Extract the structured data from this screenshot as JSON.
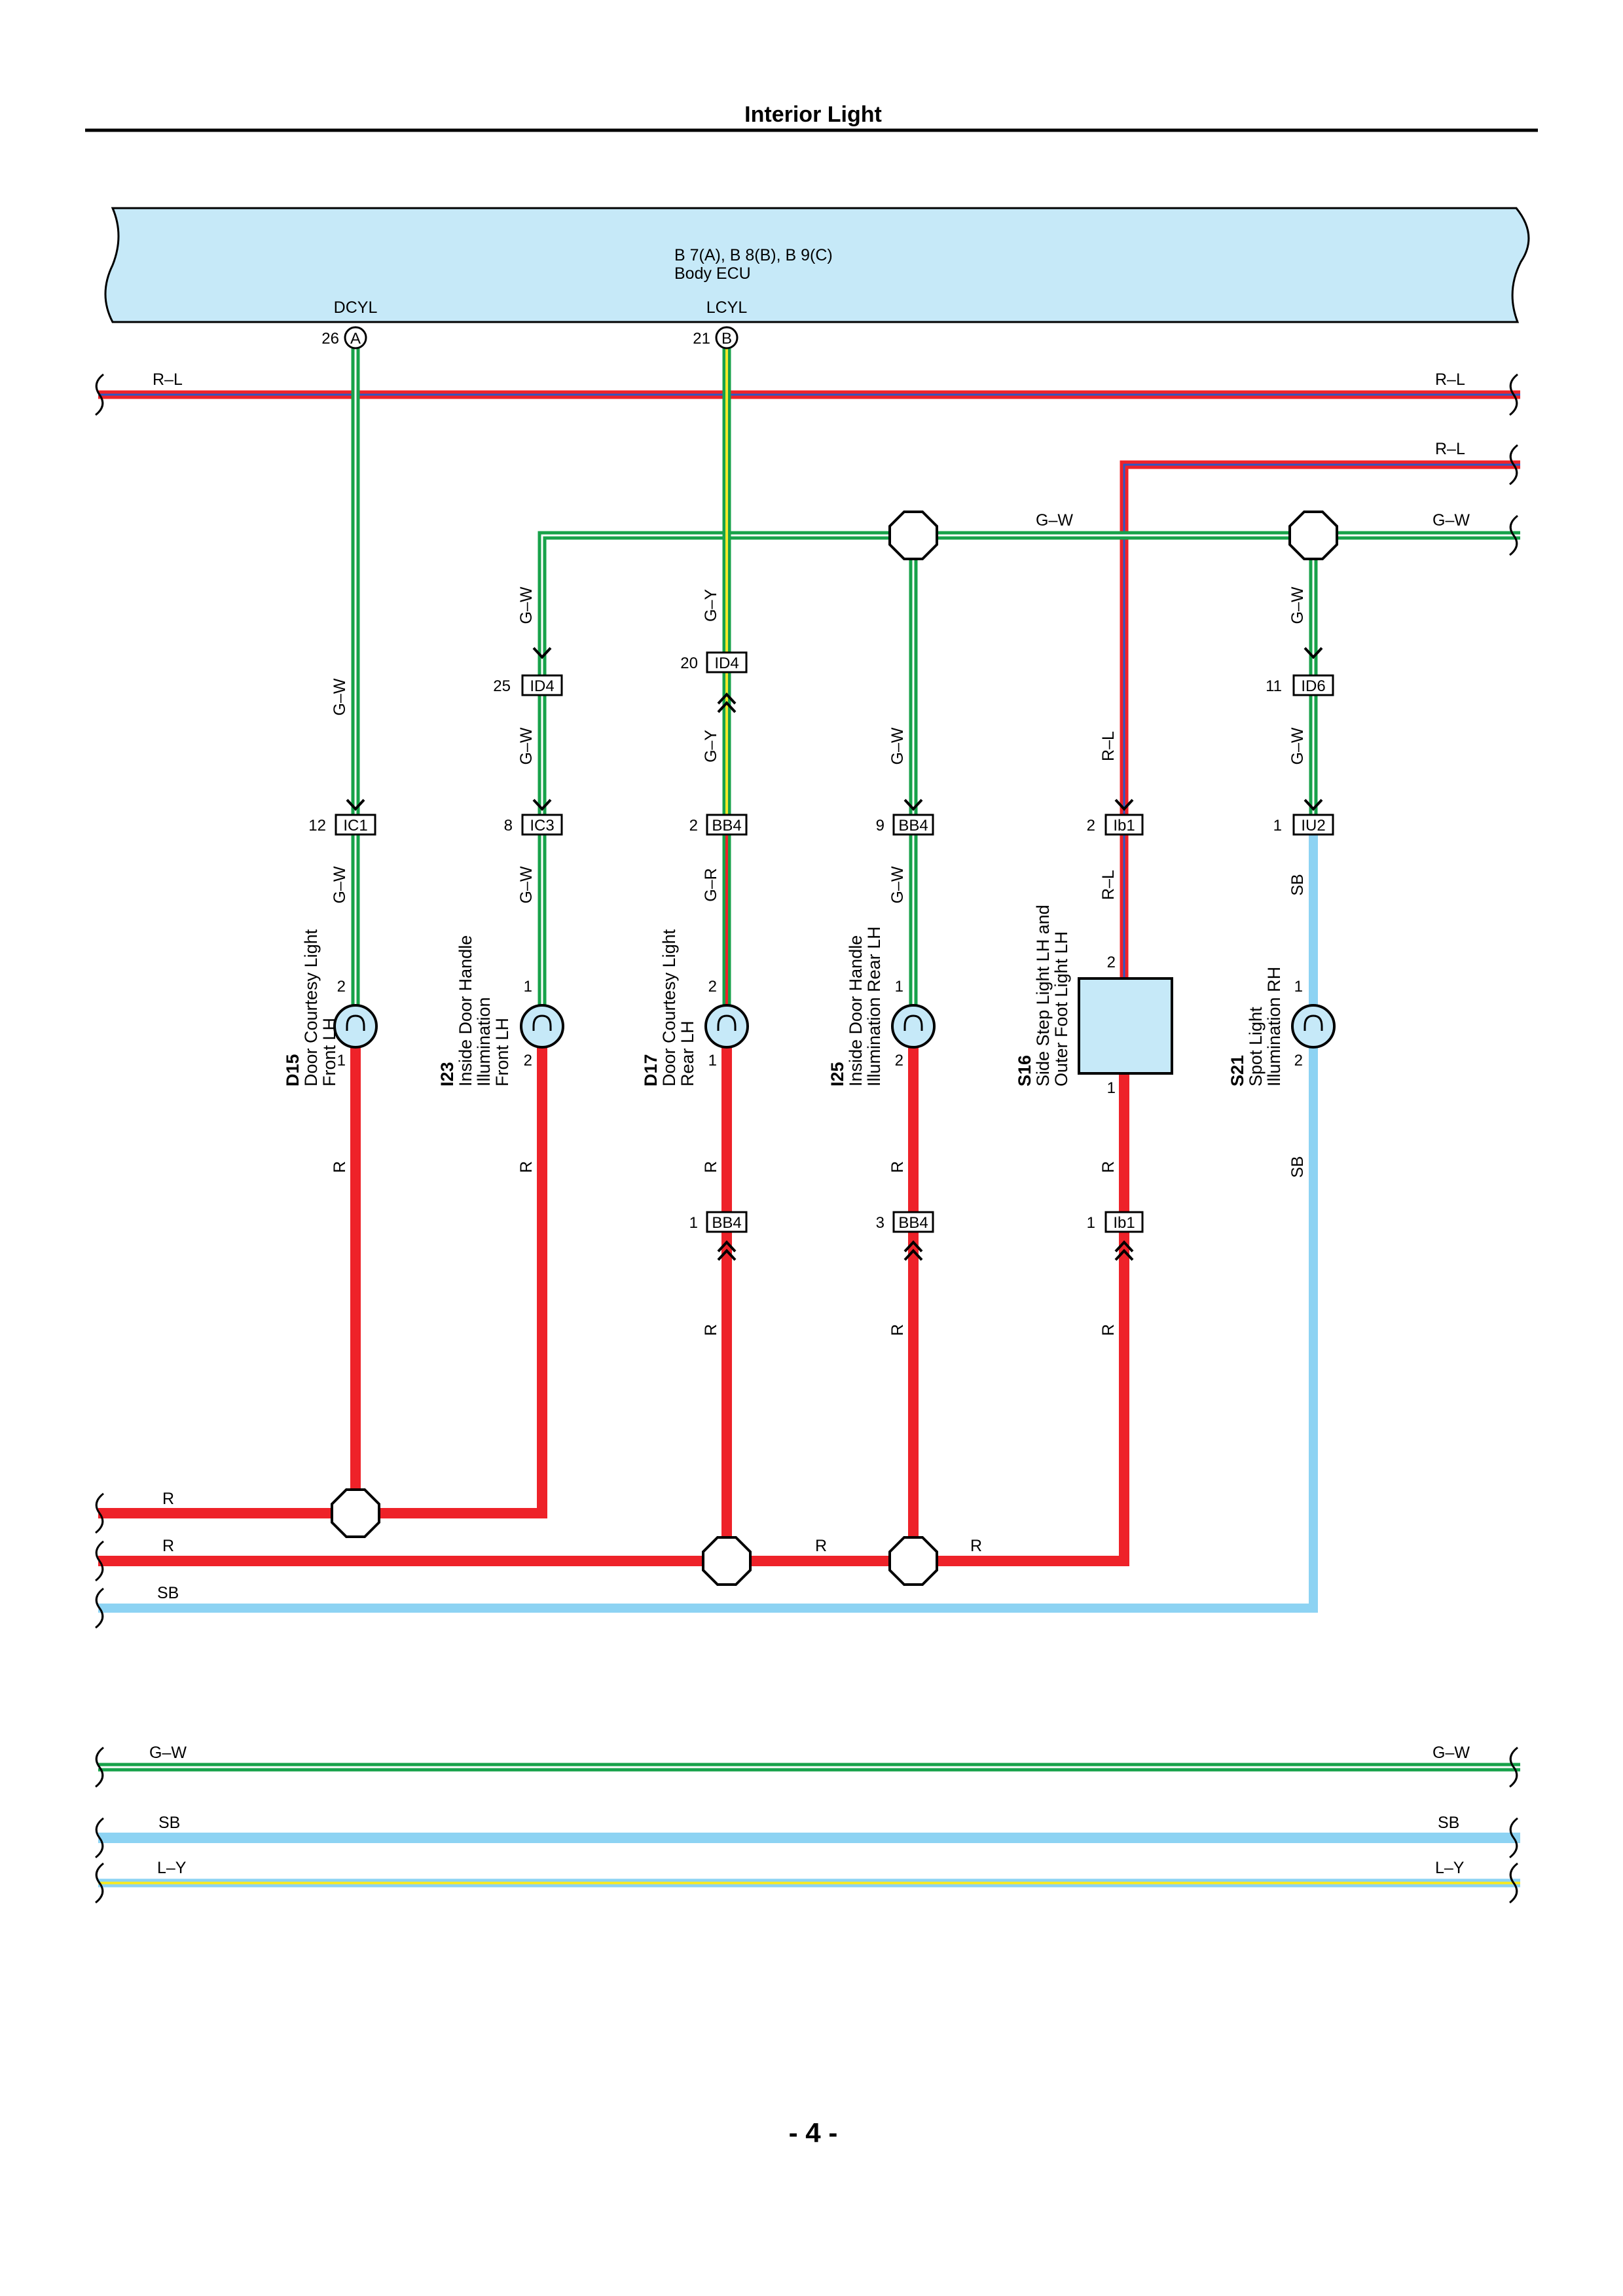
{
  "header": {
    "title": "Interior Light"
  },
  "ecu": {
    "connectors": "B 7(A), B 8(B), B 9(C)",
    "name": "Body ECU",
    "terminals": [
      {
        "name": "DCYL",
        "pin": "26",
        "conn": "A"
      },
      {
        "name": "LCYL",
        "pin": "21",
        "conn": "B"
      }
    ]
  },
  "bus_labels": {
    "rl_top_left": "R–L",
    "rl_top_right": "R–L",
    "rl_second_right": "R–L",
    "gw_middle": "G–W",
    "gw_right": "G–W",
    "r_bottom_1": "R",
    "r_bottom_2": "R",
    "r_bottom_2b": "R",
    "r_bottom_2c": "R",
    "sb_bottom": "SB",
    "gw_lower_left": "G–W",
    "gw_lower_right": "G–W",
    "sb_lower_left": "SB",
    "sb_lower_right": "SB",
    "ly_lower_left": "L–Y",
    "ly_lower_right": "L–Y"
  },
  "wire_labels": {
    "col1": [
      "G–W",
      "G–W",
      "R"
    ],
    "col2": [
      "G–W",
      "G–W",
      "G–W",
      "R"
    ],
    "col3": [
      "G–Y",
      "G–Y",
      "G–R",
      "R",
      "R"
    ],
    "col4": [
      "G–W",
      "G–W",
      "R",
      "R"
    ],
    "col5": [
      "R–L",
      "R–L",
      "R",
      "R"
    ],
    "col6": [
      "G–W",
      "G–W",
      "SB",
      "SB"
    ]
  },
  "connectors": [
    {
      "pin": "25",
      "name": "ID4"
    },
    {
      "pin": "20",
      "name": "ID4"
    },
    {
      "pin": "11",
      "name": "ID6"
    },
    {
      "pin": "12",
      "name": "IC1"
    },
    {
      "pin": "8",
      "name": "IC3"
    },
    {
      "pin": "2",
      "name": "BB4"
    },
    {
      "pin": "9",
      "name": "BB4"
    },
    {
      "pin": "2",
      "name": "Ib1"
    },
    {
      "pin": "1",
      "name": "IU2"
    },
    {
      "pin": "1",
      "name": "BB4"
    },
    {
      "pin": "3",
      "name": "BB4"
    },
    {
      "pin": "1",
      "name": "Ib1"
    }
  ],
  "components": [
    {
      "code": "D15",
      "lines": [
        "Door Courtesy Light",
        "Front LH"
      ],
      "pin_top": "2",
      "pin_bottom": "1"
    },
    {
      "code": "I23",
      "lines": [
        "Inside Door Handle",
        "Illumination",
        "Front LH"
      ],
      "pin_top": "1",
      "pin_bottom": "2"
    },
    {
      "code": "D17",
      "lines": [
        "Door Courtesy Light",
        "Rear LH"
      ],
      "pin_top": "2",
      "pin_bottom": "1"
    },
    {
      "code": "I25",
      "lines": [
        "Inside Door Handle",
        "Illumination Rear LH"
      ],
      "pin_top": "1",
      "pin_bottom": "2"
    },
    {
      "code": "S16",
      "lines": [
        "Side Step Light LH and",
        "Outer Foot Light LH"
      ],
      "pin_top": "2",
      "pin_bottom": "1"
    },
    {
      "code": "S21",
      "lines": [
        "Spot Light",
        "Illumination RH"
      ],
      "pin_top": "1",
      "pin_bottom": "2"
    }
  ],
  "footer": {
    "page": "- 4 -"
  },
  "colors": {
    "red": "#ee2229",
    "green": "#17a24a",
    "white": "#ffffff",
    "yellow": "#f3e92a",
    "blue": "#2c58c6",
    "sky": "#8dd3f3",
    "ecu_fill": "#c6e9f8"
  }
}
